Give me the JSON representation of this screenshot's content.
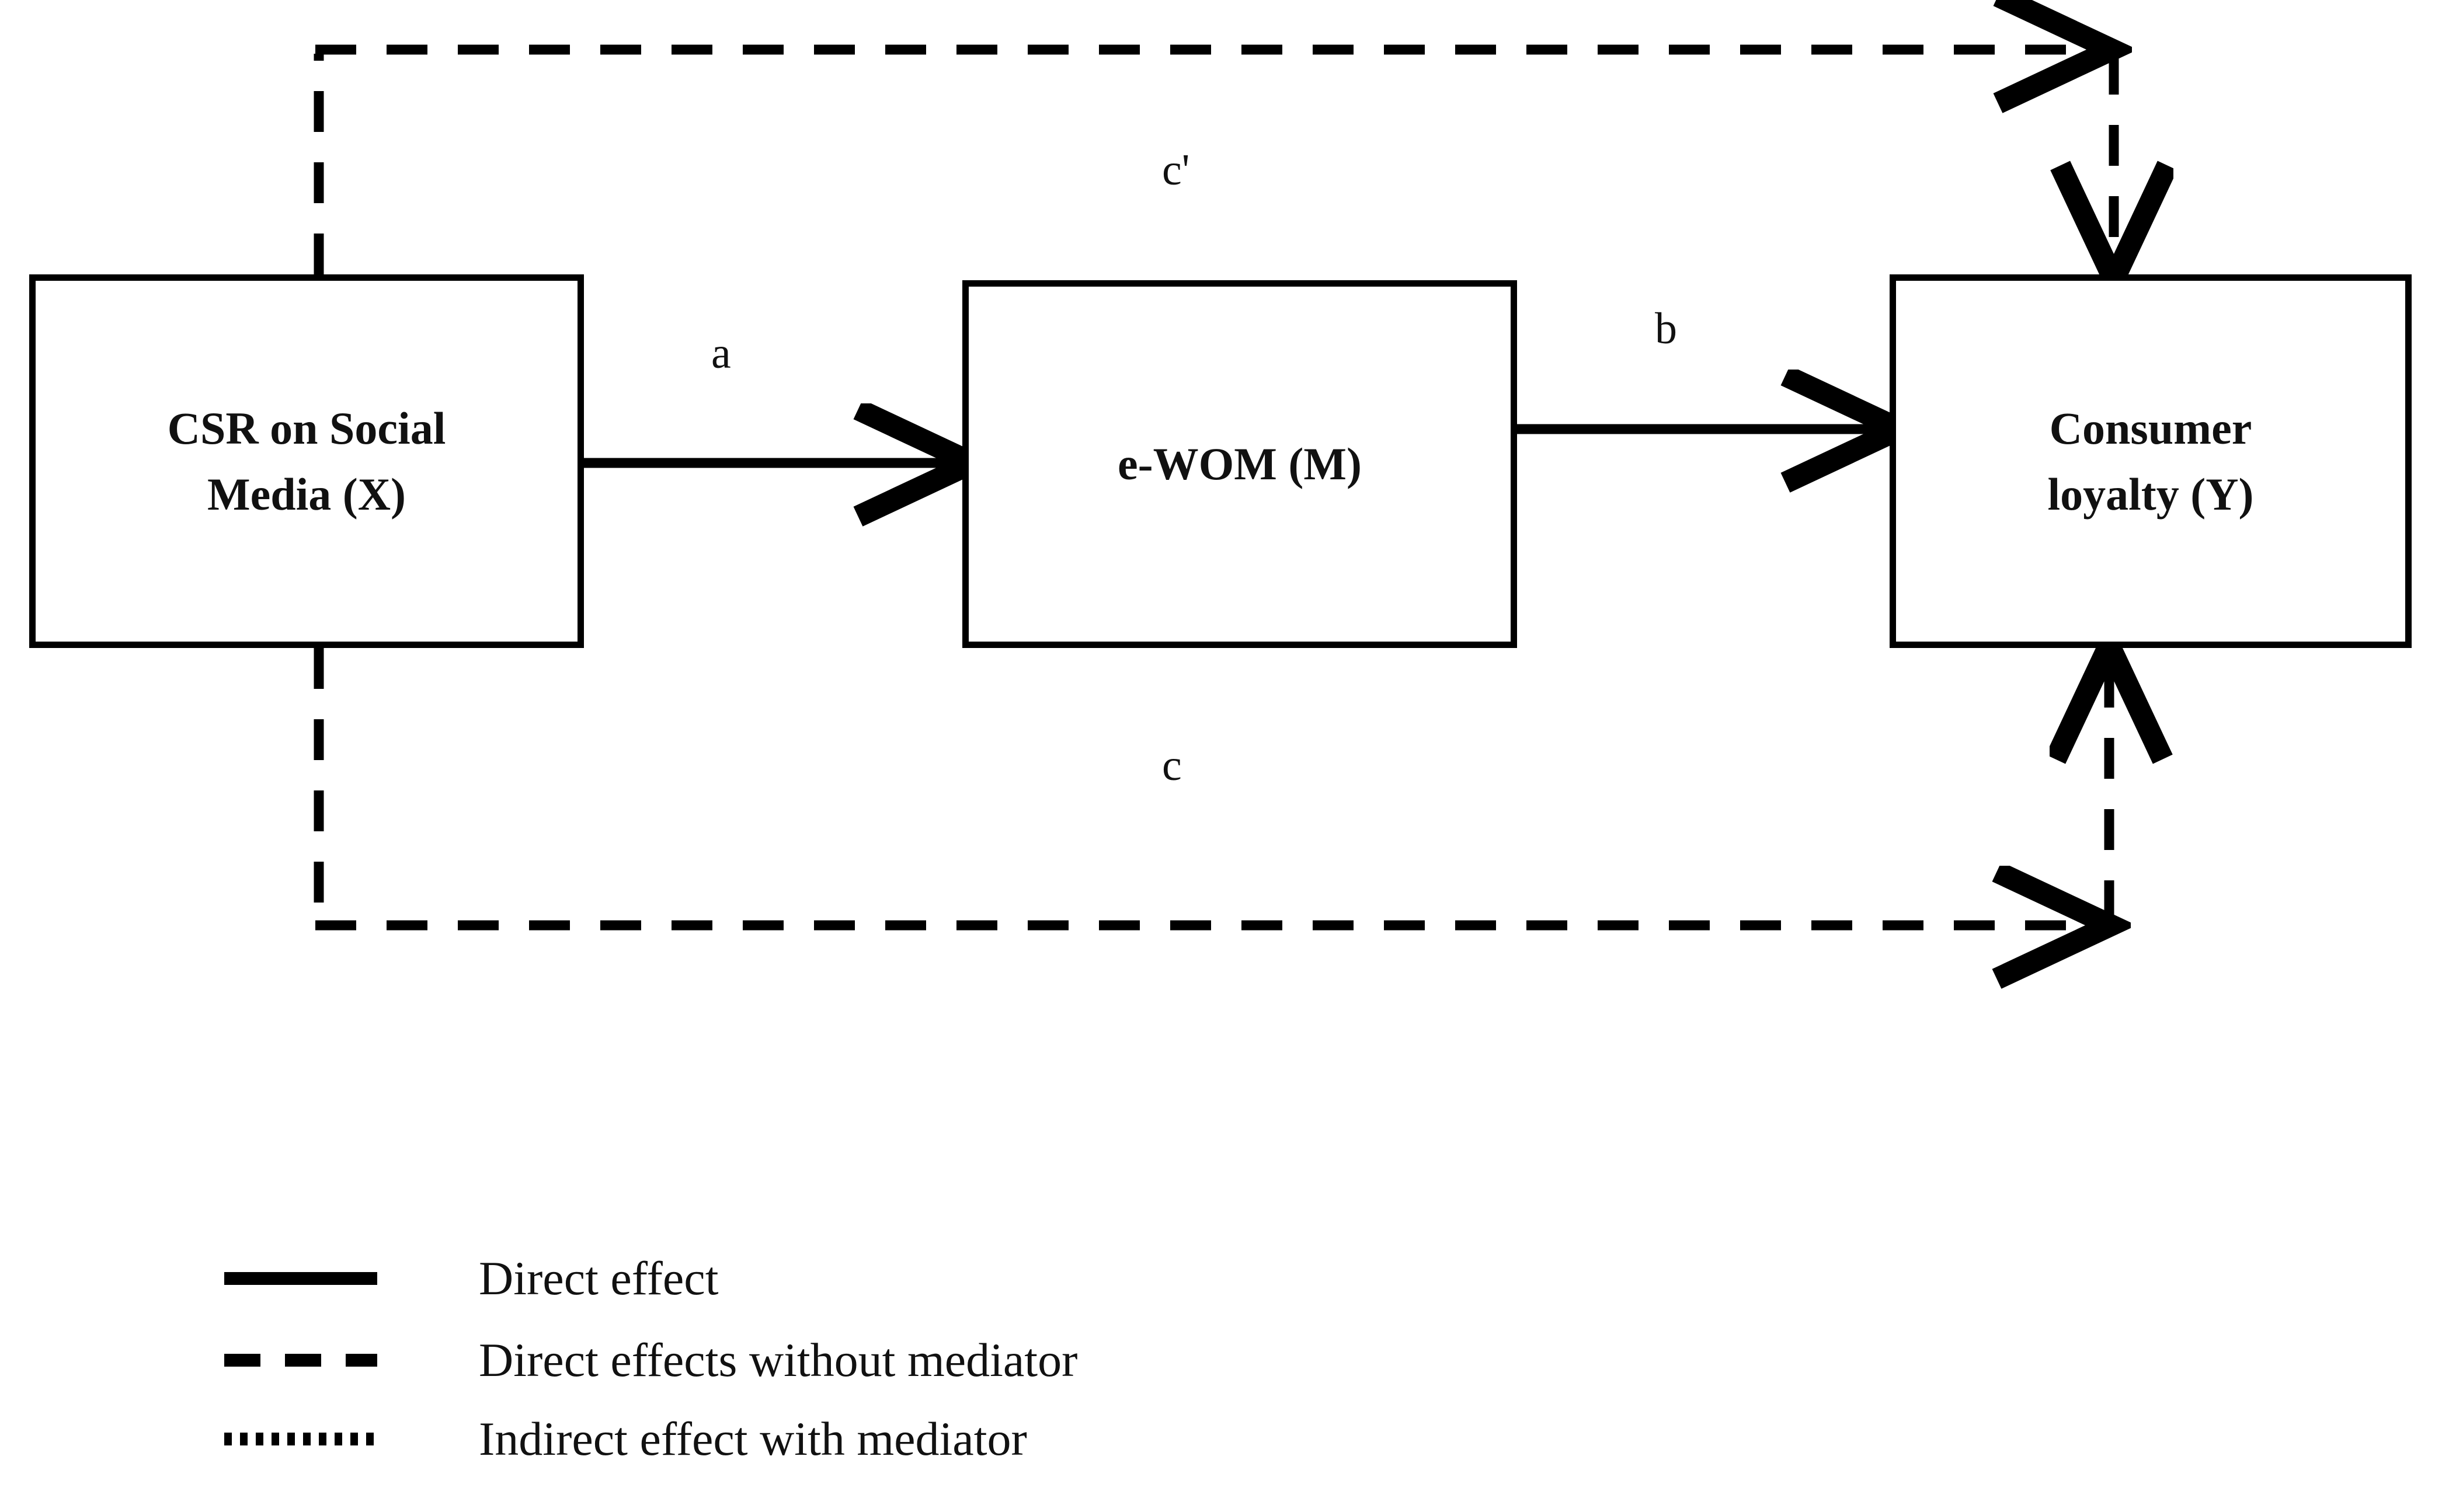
{
  "figure": {
    "type": "mediation-model-diagram",
    "background_color": "#ffffff",
    "line_color": "#000000"
  },
  "nodes": [
    {
      "id": "X",
      "name": "independent-variable",
      "label_line1": "CSR on Social",
      "label_line2": "Media (X)"
    },
    {
      "id": "M",
      "name": "mediator-variable",
      "label_line1": "e-WOM (M)",
      "label_line2": ""
    },
    {
      "id": "Y",
      "name": "dependent-variable",
      "label_line1": "Consumer",
      "label_line2": "loyalty (Y)"
    }
  ],
  "paths": [
    {
      "id": "a",
      "label": "a",
      "from": "X",
      "to": "M",
      "style": "solid"
    },
    {
      "id": "b",
      "label": "b",
      "from": "M",
      "to": "Y",
      "style": "solid"
    },
    {
      "id": "cp",
      "label": "c'",
      "from": "X",
      "to": "Y",
      "style": "dashed"
    },
    {
      "id": "c",
      "label": "c",
      "from": "X",
      "to": "Y",
      "style": "dashed"
    }
  ],
  "legend": {
    "items": [
      {
        "style": "solid",
        "label": "Direct effect"
      },
      {
        "style": "dashed",
        "label": "Direct effects without mediator"
      },
      {
        "style": "dotted",
        "label": "Indirect effect with mediator"
      }
    ]
  }
}
